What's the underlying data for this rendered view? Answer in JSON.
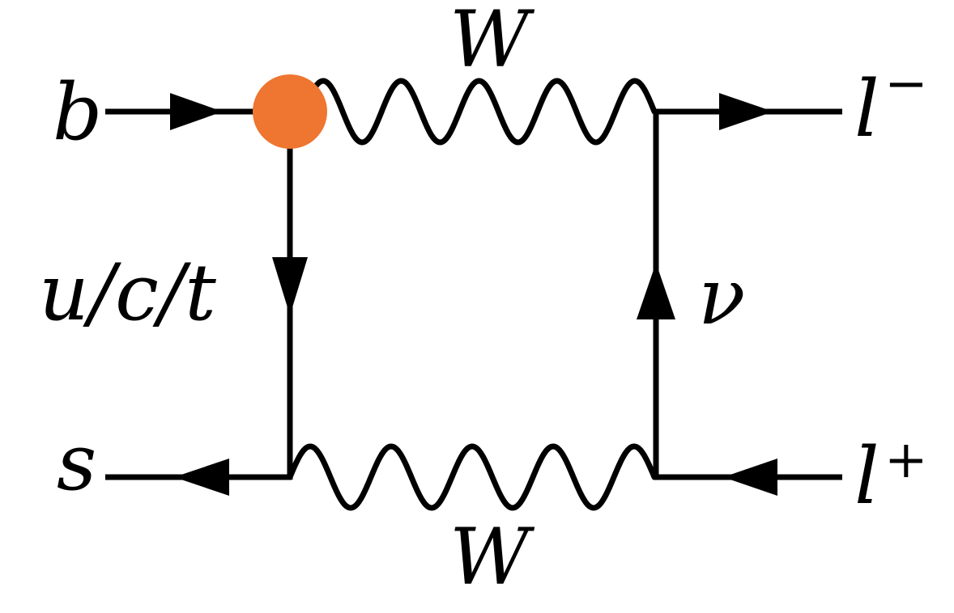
{
  "diagram": {
    "particles": {
      "b_in": "b",
      "quark_internal": "u/c/t",
      "s_out": "s",
      "lepton_minus": "l",
      "lepton_minus_charge": "−",
      "lepton_plus": "l",
      "lepton_plus_charge": "+",
      "neutrino": "ν",
      "w_top": "W",
      "w_bottom": "W"
    },
    "colors": {
      "line": "#000000",
      "vertex_highlight": "#EE7631",
      "background": "#ffffff"
    }
  }
}
